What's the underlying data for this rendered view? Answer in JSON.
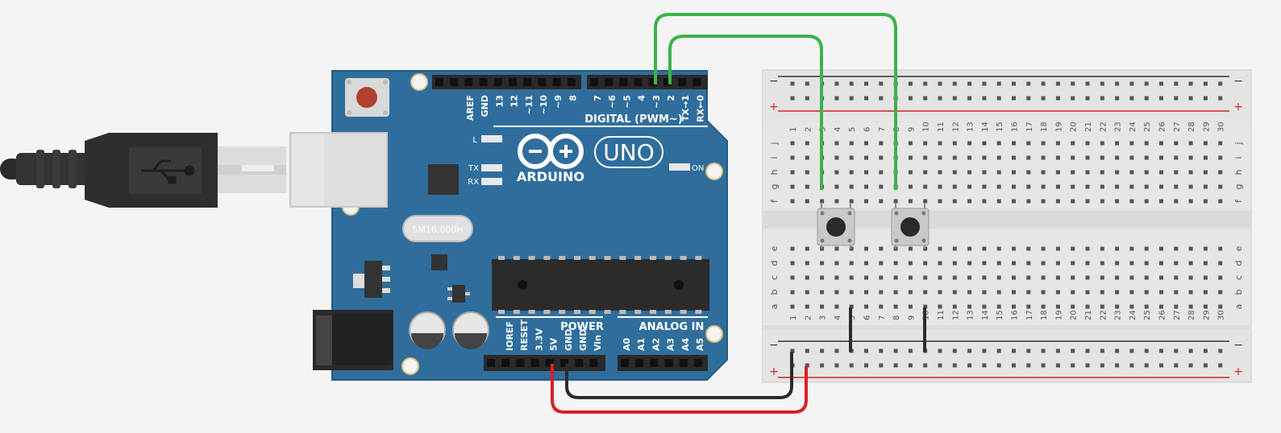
{
  "board": {
    "brand": "ARDUINO",
    "model": "UNO",
    "digital_header_label": "DIGITAL (PWM~)",
    "power_label": "POWER",
    "analog_label": "ANALOG IN",
    "led_l": "L",
    "led_tx": "TX",
    "led_rx": "RX",
    "led_on": "ON",
    "crystal_label": "5M16.000H",
    "digital_pins_left": [
      "AREF",
      "GND",
      "13",
      "12",
      "~11",
      "~10",
      "~9",
      "8"
    ],
    "digital_pins_right": [
      "7",
      "~6",
      "~5",
      "4",
      "~3",
      "2",
      "TX→1",
      "RX←0"
    ],
    "power_pins": [
      "IOREF",
      "RESET",
      "3.3V",
      "5V",
      "GND",
      "GND",
      "Vin"
    ],
    "analog_pins": [
      "A0",
      "A1",
      "A2",
      "A3",
      "A4",
      "A5"
    ]
  },
  "breadboard": {
    "rail_minus": "−",
    "rail_plus": "+",
    "columns": [
      "1",
      "2",
      "3",
      "4",
      "5",
      "6",
      "7",
      "8",
      "9",
      "10",
      "11",
      "12",
      "13",
      "14",
      "15",
      "16",
      "17",
      "18",
      "19",
      "20",
      "21",
      "22",
      "23",
      "24",
      "25",
      "26",
      "27",
      "28",
      "29",
      "30"
    ],
    "rows_top": [
      "j",
      "i",
      "h",
      "g",
      "f"
    ],
    "rows_bottom": [
      "e",
      "d",
      "c",
      "b",
      "a"
    ]
  },
  "wires": {
    "signal_color": "#3bb34a",
    "power_color": "#d92027",
    "ground_color": "#2b2b2b"
  },
  "colors": {
    "board_blue": "#2f6e9c",
    "board_edge": "#245a82",
    "header_black": "#2a2a2a",
    "rail_red": "#d92027"
  }
}
